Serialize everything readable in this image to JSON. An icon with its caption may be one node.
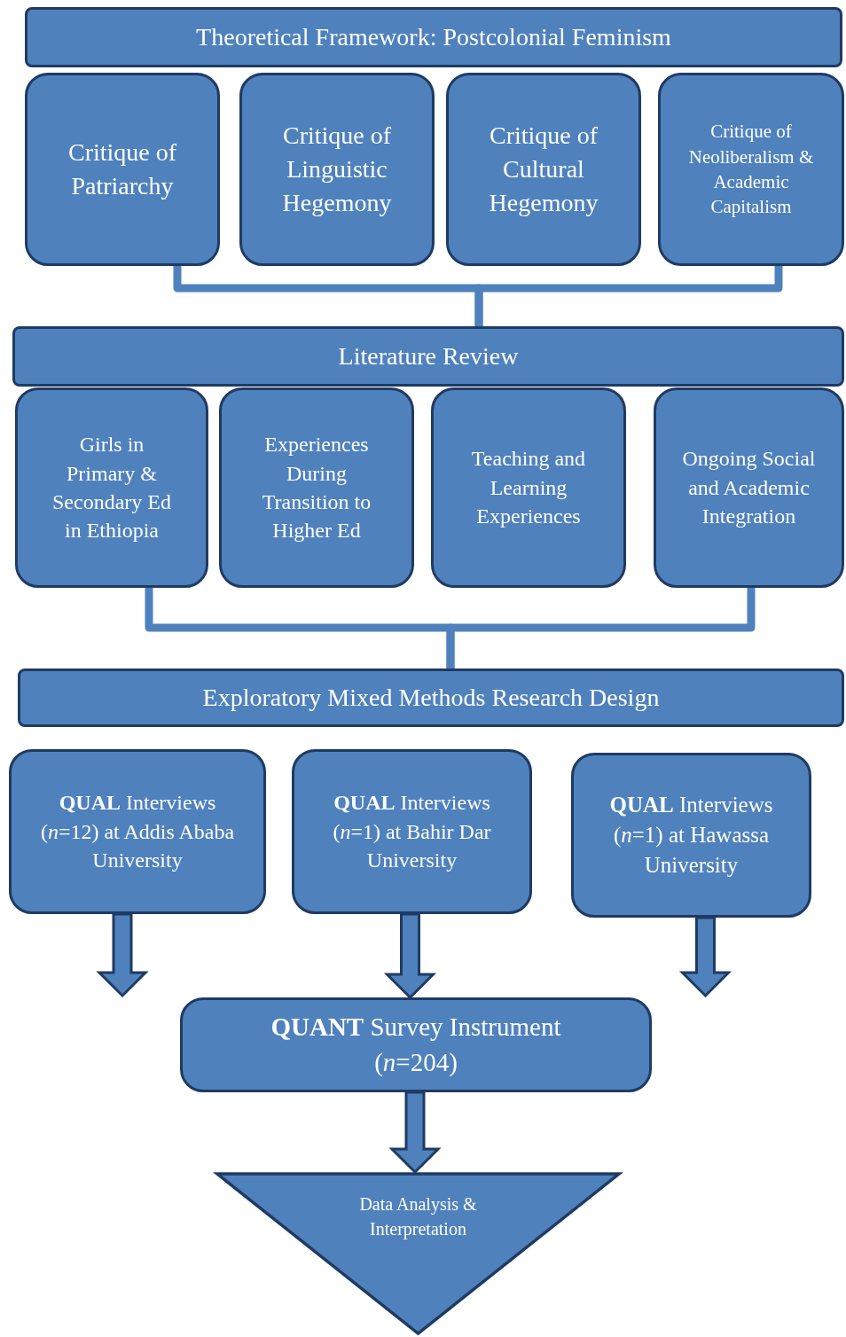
{
  "diagram": {
    "nodes": [
      {
        "text": [
          "Theoretical Framework: Postcolonial Feminism"
        ]
      },
      {
        "text": [
          "Critique of Patriarchy"
        ]
      },
      {
        "text": [
          "Critique of Linguistic Hegemony"
        ]
      },
      {
        "text": [
          "Critique of Cultural Hegemony"
        ]
      },
      {
        "text": [
          "Critique of Neoliberalism & Academic Capitalism"
        ]
      },
      {
        "text": [
          "Literature Review"
        ]
      },
      {
        "text": [
          "Girls in Primary & Secondary Ed in Ethiopia"
        ]
      },
      {
        "text": [
          "Experiences During Transition to Higher Ed"
        ]
      },
      {
        "text": [
          "Teaching and Learning Experiences"
        ]
      },
      {
        "text": [
          "Ongoing Social and Academic Integration"
        ]
      },
      {
        "text": [
          "Exploratory Mixed Methods Research Design"
        ]
      },
      {
        "text": [
          "**QUAL** Interviews (*n*=12) at Addis Ababa University"
        ]
      },
      {
        "text": [
          "**QUAL** Interviews (*n*=1) at Bahir Dar University"
        ]
      },
      {
        "text": [
          "**QUAL** Interviews (*n*=1) at Hawassa University"
        ]
      },
      {
        "text": [
          "**QUANT** Survey Instrument (*n*=204)"
        ]
      },
      {
        "text": [
          "Data Analysis & Interpretation"
        ]
      }
    ],
    "edges": [
      {
        "from": 1,
        "to": 5,
        "arrow": "none"
      },
      {
        "from": 4,
        "to": 5,
        "arrow": "none"
      },
      {
        "from": 6,
        "to": 10,
        "arrow": "none"
      },
      {
        "from": 9,
        "to": 10,
        "arrow": "none"
      },
      {
        "from": 11,
        "to": 14,
        "arrow": "to",
        "style": "thick"
      },
      {
        "from": 12,
        "to": 14,
        "arrow": "to",
        "style": "thick"
      },
      {
        "from": 13,
        "to": 14,
        "arrow": "to",
        "style": "thick"
      },
      {
        "from": 14,
        "to": 15,
        "arrow": "to",
        "style": "thick"
      }
    ]
  }
}
